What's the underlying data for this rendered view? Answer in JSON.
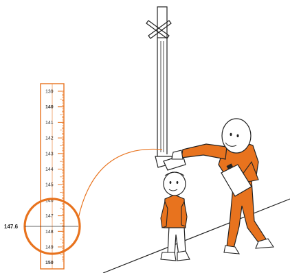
{
  "scale": {
    "labels": [
      "139",
      "140",
      "141",
      "142",
      "143",
      "144",
      "145",
      "146",
      "147",
      "148",
      "149",
      "150"
    ],
    "bold_labels": [
      "140",
      "150"
    ]
  },
  "reading": {
    "value": "147.6"
  },
  "colors": {
    "accent": "#e8731e",
    "ruler_stroke": "#e8731e",
    "outline": "#222222",
    "skin": "#ffffff"
  }
}
